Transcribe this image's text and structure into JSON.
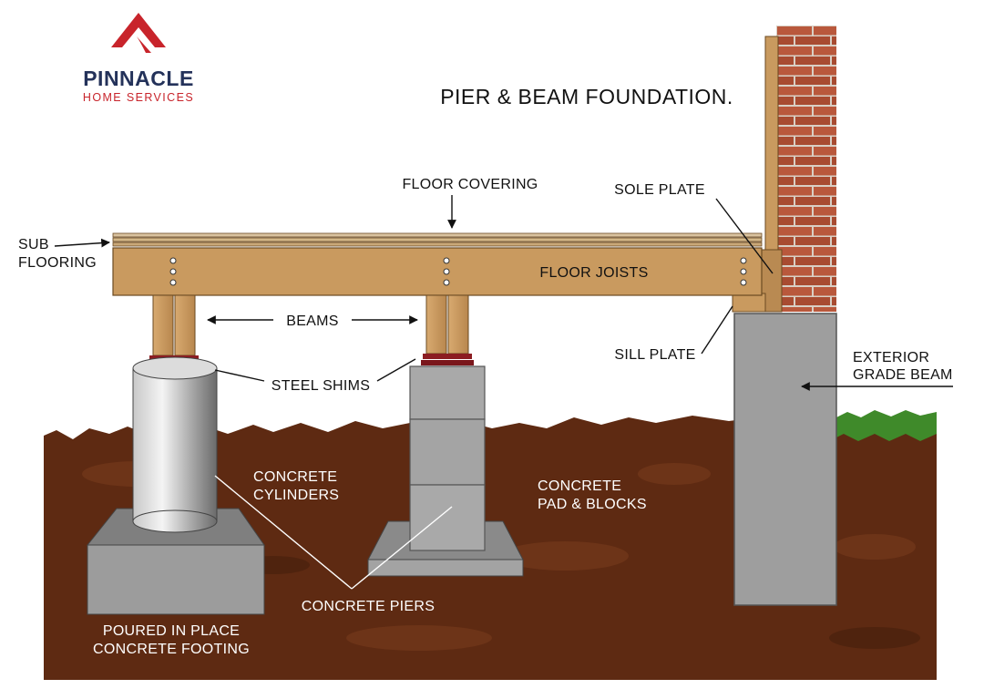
{
  "brand": {
    "name": "PINNACLE",
    "tagline": "HOME SERVICES",
    "colors": {
      "navy": "#24325a",
      "red": "#c8242b"
    }
  },
  "title": "PIER & BEAM FOUNDATION.",
  "labels": {
    "floor_covering": "FLOOR COVERING",
    "sole_plate": "SOLE PLATE",
    "sub_flooring_1": "SUB",
    "sub_flooring_2": "FLOORING",
    "floor_joists": "FLOOR JOISTS",
    "beams": "BEAMS",
    "sill_plate": "SILL PLATE",
    "exterior_grade_beam_1": "EXTERIOR",
    "exterior_grade_beam_2": "GRADE BEAM",
    "steel_shims": "STEEL SHIMS",
    "concrete_cylinders_1": "CONCRETE",
    "concrete_cylinders_2": "CYLINDERS",
    "concrete_pad_blocks_1": "CONCRETE",
    "concrete_pad_blocks_2": "PAD & BLOCKS",
    "concrete_piers": "CONCRETE PIERS",
    "poured_footing_1": "POURED IN PLACE",
    "poured_footing_2": "CONCRETE FOOTING"
  },
  "colors": {
    "wood": "#c99a5f",
    "soil": "#5e2a12",
    "brick": "#b5553a",
    "concrete": "#9a9a9a",
    "shim": "#8c1d22",
    "grass": "#3f8a2a"
  }
}
